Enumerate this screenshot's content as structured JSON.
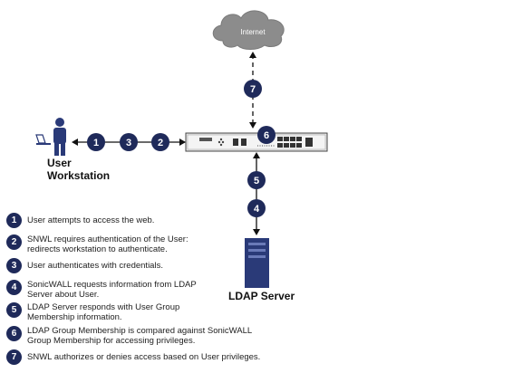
{
  "labels": {
    "internet": "Internet",
    "user_workstation": "User\nWorkstation",
    "ldap_server": "LDAP Server"
  },
  "badges": {
    "b1": "1",
    "b2": "2",
    "b3": "3",
    "b4": "4",
    "b5": "5",
    "b6": "6",
    "b7": "7"
  },
  "legend": [
    {
      "num": "1",
      "text": "User attempts to access the web."
    },
    {
      "num": "2",
      "text": "SNWL requires authentication of the User: redirects workstation to authenticate."
    },
    {
      "num": "3",
      "text": "User authenticates with credentials."
    },
    {
      "num": "4",
      "text": "SonicWALL requests information from LDAP Server about User."
    },
    {
      "num": "5",
      "text": "LDAP Server responds with User Group Membership information."
    },
    {
      "num": "6",
      "text": "LDAP Group Membership is compared against SonicWALL Group Membership for accessing privileges."
    },
    {
      "num": "7",
      "text": "SNWL authorizes or denies access based on User privileges."
    }
  ],
  "colors": {
    "badge": "#1f2a5a",
    "server": "#2a3a78",
    "cloud": "#8c8c8c",
    "user": "#2a3a78",
    "appliance": "#e8e8e8"
  },
  "icons": {
    "cloud": "cloud-icon",
    "user": "user-icon",
    "laptop": "laptop-icon",
    "appliance": "firewall-appliance-icon",
    "server": "server-icon"
  }
}
